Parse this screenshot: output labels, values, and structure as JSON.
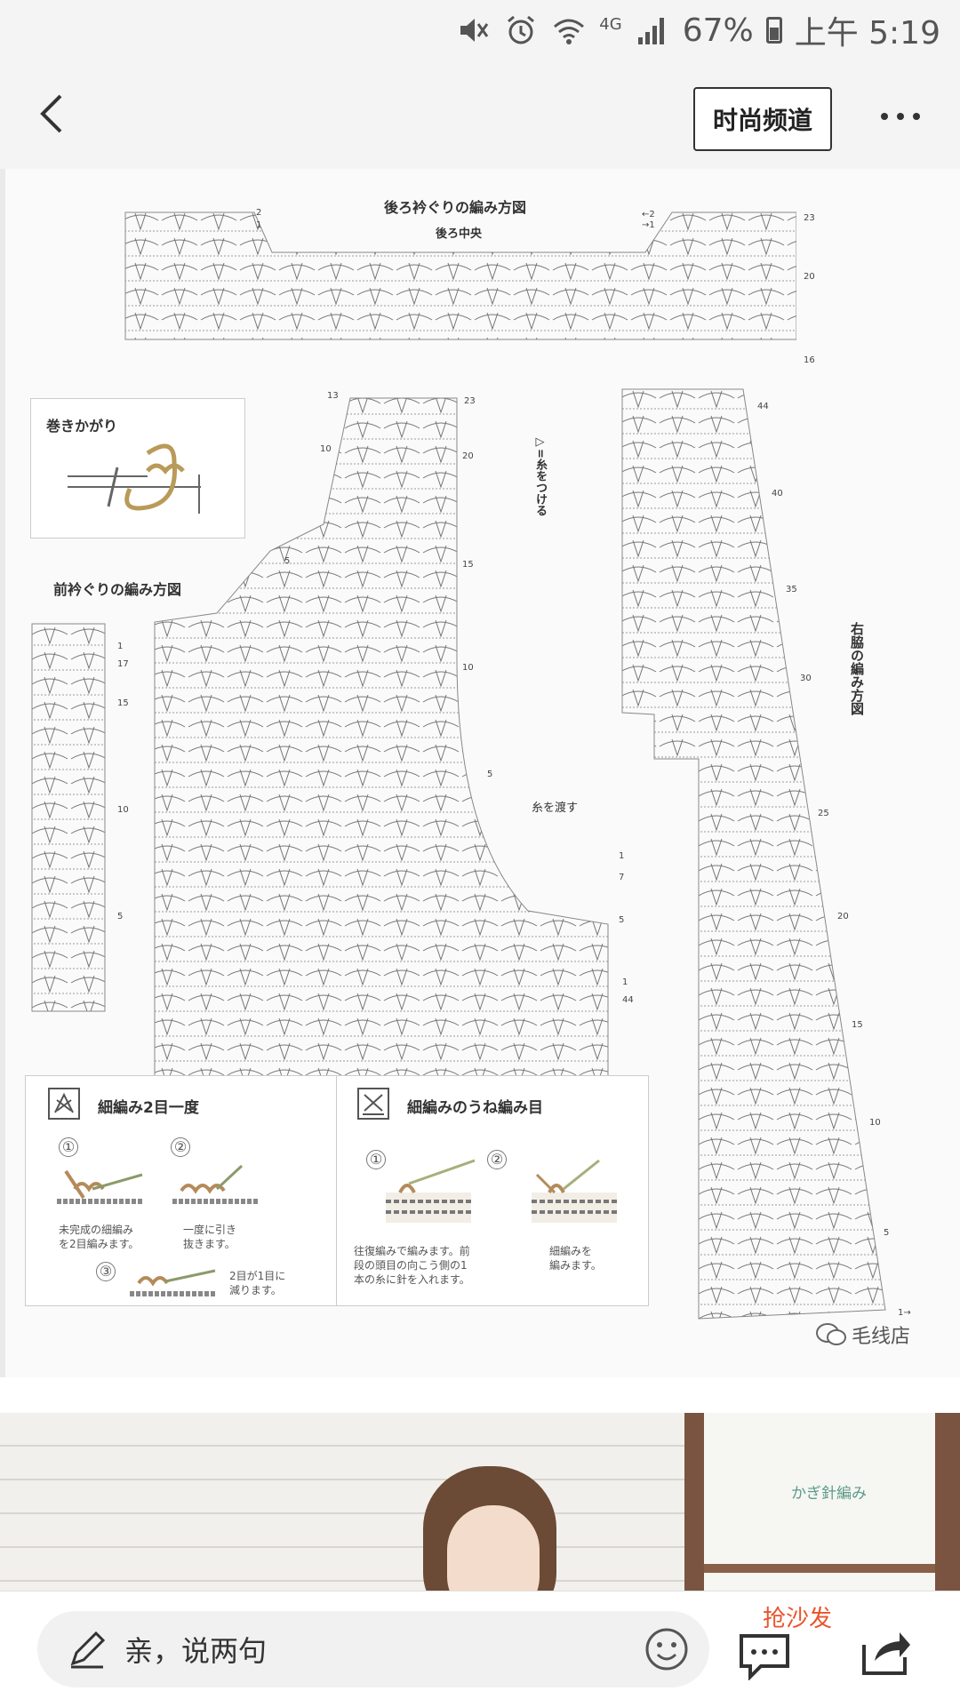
{
  "status_bar": {
    "battery": "67%",
    "time": "上午 5:19",
    "network": "4G",
    "icons": [
      "mute-icon",
      "alarm-icon",
      "wifi-icon",
      "signal-icon",
      "battery-icon"
    ]
  },
  "nav": {
    "back_icon": "back-arrow-icon",
    "channel_label": "时尚频道",
    "more_icon": "more-dots-icon"
  },
  "pattern": {
    "back_title": "後ろ衿ぐりの編み方図",
    "back_center": "後ろ中央",
    "back_row_marks": [
      "2",
      "1",
      "←2",
      "→1",
      "23",
      "20",
      "16"
    ],
    "wrap_title": "巻きかがり",
    "front_title": "前衿ぐりの編み方図",
    "attach_note": "▷=糸をつける",
    "cross_note": "糸を渡す",
    "right_title": "右脇の編み方図",
    "front_left_rows": [
      "1",
      "17",
      "15",
      "10",
      "5"
    ],
    "front_center_rows_top": [
      "13",
      "10",
      "5"
    ],
    "front_center_rows_right": [
      "23",
      "20",
      "15",
      "10",
      "5",
      "1",
      "7",
      "5",
      "1",
      "44"
    ],
    "right_rows": [
      "44",
      "40",
      "35",
      "30",
      "25",
      "20",
      "15",
      "10",
      "5",
      "1→"
    ],
    "legend1_title": "細編み2目一度",
    "legend1_step1": "未完成の細編み\nを2目編みます。",
    "legend1_step2": "一度に引き\n抜きます。",
    "legend1_step3": "2目が1目に\n減ります。",
    "legend2_title": "細編みのうね編み目",
    "legend2_step1": "往復編みで編みます。前\n段の頭目の向こう側の1\n本の糸に針を入れます。",
    "legend2_step2": "細編みを\n編みます。",
    "step_marks": [
      "①",
      "②",
      "③"
    ],
    "watermark": "毛线店"
  },
  "photo": {
    "shelf_text": "かぎ針編み"
  },
  "bottom": {
    "pen_icon": "pen-icon",
    "placeholder": "亲，说两句",
    "emoji_icon": "emoji-icon",
    "comment_icon": "comment-icon",
    "sofa_label": "抢沙发",
    "share_icon": "share-icon"
  },
  "colors": {
    "accent": "#e8552d",
    "nav_bg": "#f4f4f4"
  }
}
